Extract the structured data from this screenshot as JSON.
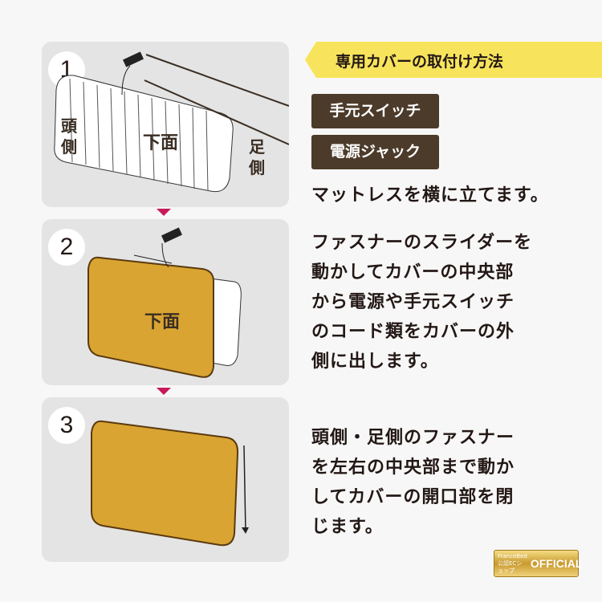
{
  "title": "専用カバーの取付け方法",
  "labels": {
    "switch": "手元スイッチ",
    "jack": "電源ジャック"
  },
  "panels": [
    {
      "num": "1",
      "head": "頭側",
      "foot": "足側",
      "bottom": "下面"
    },
    {
      "num": "2",
      "bottom": "下面"
    },
    {
      "num": "3"
    }
  ],
  "steps": [
    [
      "マットレスを横に立てます。"
    ],
    [
      "ファスナーのスライダーを",
      "動かしてカバーの中央部",
      "から電源や手元スイッチ",
      "のコード類をカバーの外",
      "側に出します。"
    ],
    [
      "頭側・足側のファスナー",
      "を左右の中央部まで動か",
      "してカバーの開口部を閉",
      "じます。"
    ]
  ],
  "badge": {
    "brand": "FranceBed",
    "sub": "公認ECショップ",
    "text": "OFFICIAL"
  },
  "colors": {
    "banner": "#f8e45c",
    "tag": "#4c3b2a",
    "cover": "#d9a431",
    "arrow": "#c8195a"
  }
}
